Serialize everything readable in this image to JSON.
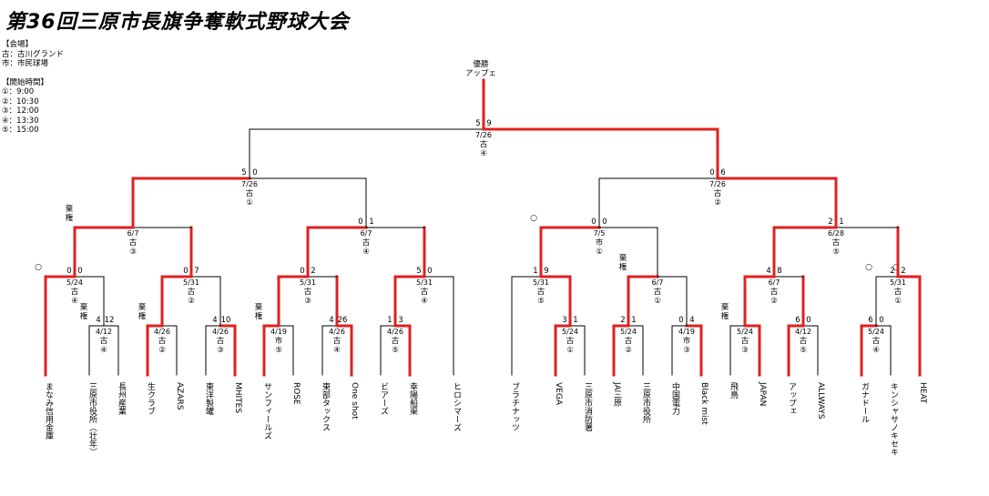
{
  "title": "第36回三原市長旗争奪軟式野球大会",
  "legend": {
    "venue_heading": "【会場】",
    "venues": [
      "古：古川グランド",
      "市：市民球場"
    ],
    "time_heading": "【開始時間】",
    "times": [
      "①：9:00",
      "②：10:30",
      "③：12:00",
      "④：13:30",
      "⑤：15:00"
    ]
  },
  "champion": {
    "label": "優勝",
    "team": "アップェ"
  },
  "teams": [
    "まなみ信用金庫",
    "三原市役所（壮年）",
    "長州産業",
    "生クラブ",
    "AZARS",
    "東洋製罐",
    "MHITES",
    "サンフィールズ",
    "ROSE",
    "東部タックス",
    "One shot",
    "ビアーズ",
    "幸陽船渠",
    "ヒロシマーズ",
    "ブラチナッツ",
    "VEGA",
    "三原市消防署",
    "JA三原",
    "三原市役所",
    "中国電力",
    "Black mist",
    "飛鳥",
    "JAPAN",
    "アップェ",
    "ALLWAYS",
    "ガナドール",
    "キンシャサノキセキ",
    "HEAT"
  ],
  "matches": [
    {
      "id": "r1a",
      "date": "4/12",
      "venue": "古",
      "slot": "④",
      "scores": [
        "4",
        "12"
      ],
      "note": "棄権"
    },
    {
      "id": "r1b",
      "date": "4/26",
      "venue": "古",
      "slot": "②",
      "scores": [
        "",
        ""
      ],
      "note": "棄権"
    },
    {
      "id": "r1c",
      "date": "4/26",
      "venue": "古",
      "slot": "③",
      "scores": [
        "4",
        "10"
      ],
      "note": ""
    },
    {
      "id": "r1d",
      "date": "4/19",
      "venue": "市",
      "slot": "⑤",
      "scores": [
        "",
        ""
      ],
      "note": "棄権"
    },
    {
      "id": "r1e",
      "date": "4/26",
      "venue": "古",
      "slot": "④",
      "scores": [
        "4",
        "26"
      ],
      "note": ""
    },
    {
      "id": "r1f",
      "date": "4/26",
      "venue": "古",
      "slot": "⑤",
      "scores": [
        "1",
        "3"
      ],
      "note": ""
    },
    {
      "id": "r1g",
      "date": "5/24",
      "venue": "古",
      "slot": "①",
      "scores": [
        "3",
        "1"
      ],
      "note": ""
    },
    {
      "id": "r1h",
      "date": "5/24",
      "venue": "古",
      "slot": "②",
      "scores": [
        "2",
        "1"
      ],
      "note": ""
    },
    {
      "id": "r1i",
      "date": "4/19",
      "venue": "市",
      "slot": "③",
      "scores": [
        "0",
        "4"
      ],
      "note": ""
    },
    {
      "id": "r1j",
      "date": "5/24",
      "venue": "古",
      "slot": "③",
      "scores": [
        "",
        ""
      ],
      "note": "棄権"
    },
    {
      "id": "r1k",
      "date": "4/12",
      "venue": "古",
      "slot": "⑤",
      "scores": [
        "6",
        "0"
      ],
      "note": ""
    },
    {
      "id": "r1l",
      "date": "5/24",
      "venue": "古",
      "slot": "④",
      "scores": [
        "6",
        "0"
      ],
      "note": ""
    },
    {
      "id": "r2a",
      "date": "5/24",
      "venue": "古",
      "slot": "④",
      "scores": [
        "0",
        "0"
      ],
      "note": "○"
    },
    {
      "id": "r2b",
      "date": "5/31",
      "venue": "古",
      "slot": "②",
      "scores": [
        "0",
        "7"
      ],
      "note": ""
    },
    {
      "id": "r2c",
      "date": "5/31",
      "venue": "古",
      "slot": "③",
      "scores": [
        "0",
        "2"
      ],
      "note": ""
    },
    {
      "id": "r2d",
      "date": "5/31",
      "venue": "古",
      "slot": "④",
      "scores": [
        "5",
        "0"
      ],
      "note": ""
    },
    {
      "id": "r2e",
      "date": "5/31",
      "venue": "古",
      "slot": "⑤",
      "scores": [
        "1",
        "9"
      ],
      "note": ""
    },
    {
      "id": "r2f",
      "date": "6/7",
      "venue": "古",
      "slot": "①",
      "scores": [
        "",
        ""
      ],
      "note": "棄権"
    },
    {
      "id": "r2g",
      "date": "6/7",
      "venue": "古",
      "slot": "②",
      "scores": [
        "4",
        "8"
      ],
      "note": ""
    },
    {
      "id": "r2h",
      "date": "5/31",
      "venue": "古",
      "slot": "①",
      "scores": [
        "2",
        "2"
      ],
      "note": "○"
    },
    {
      "id": "qf1",
      "date": "6/7",
      "venue": "古",
      "slot": "③",
      "scores": [
        "",
        ""
      ],
      "note": "棄権"
    },
    {
      "id": "qf2",
      "date": "6/7",
      "venue": "古",
      "slot": "④",
      "scores": [
        "0",
        "1"
      ],
      "note": ""
    },
    {
      "id": "qf3",
      "date": "7/5",
      "venue": "市",
      "slot": "①",
      "scores": [
        "0",
        "0"
      ],
      "note": "○"
    },
    {
      "id": "qf4",
      "date": "6/28",
      "venue": "古",
      "slot": "⑤",
      "scores": [
        "2",
        "1"
      ],
      "note": ""
    },
    {
      "id": "sf1",
      "date": "7/26",
      "venue": "古",
      "slot": "①",
      "scores": [
        "5",
        "0"
      ],
      "note": ""
    },
    {
      "id": "sf2",
      "date": "7/26",
      "venue": "古",
      "slot": "②",
      "scores": [
        "0",
        "6"
      ],
      "note": ""
    },
    {
      "id": "final",
      "date": "7/26",
      "venue": "古",
      "slot": "④",
      "scores": [
        "5",
        "9"
      ],
      "note": ""
    }
  ],
  "colors": {
    "win": "#e02020",
    "line": "#000000"
  }
}
